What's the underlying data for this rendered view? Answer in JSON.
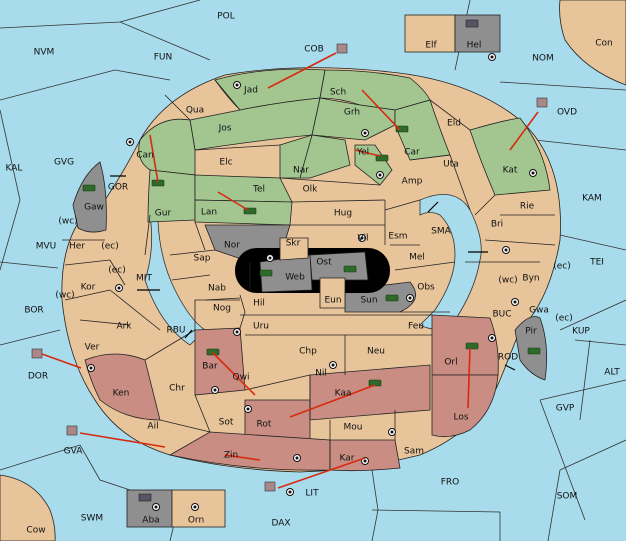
{
  "map": {
    "sea_color": "#a8dcec",
    "land_color": "#e8c49a",
    "green_power_color": "#a3c690",
    "red_power_color": "#c98d83",
    "neutral_color": "#8f8f8f"
  },
  "provinces": {
    "pol": "POL",
    "nvm": "NVM",
    "fun": "FUN",
    "cob": "COB",
    "elf": "Elf",
    "hel": "Hel",
    "con": "Con",
    "nom": "NOM",
    "ovd": "OVD",
    "kal": "KAL",
    "gvg": "GVG",
    "gor": "GOR",
    "gaw": "Gaw",
    "jad": "Jad",
    "sch": "Sch",
    "qua": "Qua",
    "jos": "Jos",
    "grh": "Grh",
    "eld": "Eld",
    "can": "Can",
    "elc": "Elc",
    "nar": "Nar",
    "yel": "Yel",
    "car": "Car",
    "uta": "Uta",
    "kat": "Kat",
    "kam": "KAM",
    "gur": "Gur",
    "tel": "Tel",
    "olk": "Olk",
    "amp": "Amp",
    "lan": "Lan",
    "hug": "Hug",
    "rie": "Rie",
    "wc": "(wc)",
    "ec": "(ec)",
    "her": "Her",
    "mvu": "MVU",
    "nor": "Nor",
    "vil": "Vil",
    "esm": "Esm",
    "sma": "SMA",
    "bri": "Bri",
    "sap": "Sap",
    "skr": "Skr",
    "ost": "Ost",
    "mel": "Mel",
    "tei": "TEI",
    "byn": "Byn",
    "kor": "Kor",
    "mit": "MIT",
    "web": "Web",
    "nab": "Nab",
    "obs": "Obs",
    "bor": "BOR",
    "eun": "Eun",
    "sun": "Sun",
    "gwa": "Gwa",
    "hil": "Hil",
    "nog": "Nog",
    "ark": "Ark",
    "rbu": "RBU",
    "uru": "Uru",
    "feu": "Feu",
    "buc": "BUC",
    "pir": "Pir",
    "kup": "KUP",
    "ver": "Ver",
    "chp": "Chp",
    "neu": "Neu",
    "bar": "Bar",
    "orl": "Orl",
    "dor": "DOR",
    "qwi": "Qwi",
    "rod": "ROD",
    "nil": "Nil",
    "alt": "ALT",
    "ken": "Ken",
    "chr": "Chr",
    "kaa": "Kaa",
    "gvp": "GVP",
    "rot": "Rot",
    "los": "Los",
    "sot": "Sot",
    "ail": "Ail",
    "mou": "Mou",
    "gva": "GVA",
    "zin": "Zin",
    "sam": "Sam",
    "kar": "Kar",
    "fro": "FRO",
    "lit": "LIT",
    "som": "SOM",
    "swm": "SWM",
    "aba": "Aba",
    "orn": "Orn",
    "dax": "DAX",
    "cow": "Cow"
  }
}
